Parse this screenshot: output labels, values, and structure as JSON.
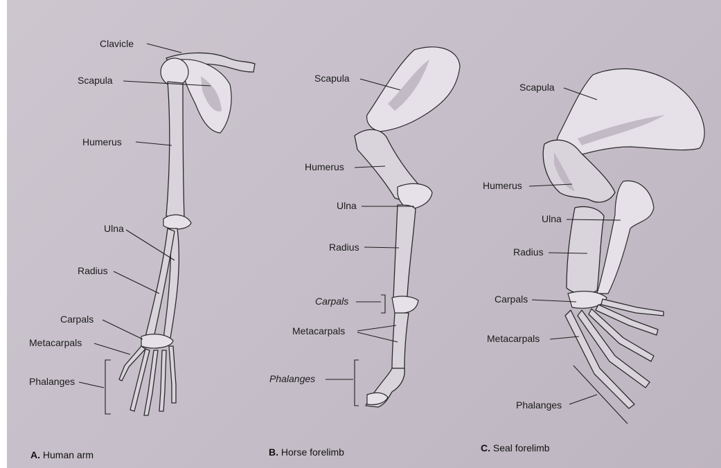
{
  "panels": [
    {
      "letter": "A.",
      "caption": "Human arm",
      "labels": {
        "clavicle": "Clavicle",
        "scapula": "Scapula",
        "humerus": "Humerus",
        "ulna": "Ulna",
        "radius": "Radius",
        "carpals": "Carpals",
        "metacarpals": "Metacarpals",
        "phalanges": "Phalanges"
      }
    },
    {
      "letter": "B.",
      "caption": "Horse forelimb",
      "labels": {
        "scapula": "Scapula",
        "humerus": "Humerus",
        "ulna": "Ulna",
        "radius": "Radius",
        "carpals": "Carpals",
        "metacarpals": "Metacarpals",
        "phalanges": "Phalanges"
      }
    },
    {
      "letter": "C.",
      "caption": "Seal forelimb",
      "labels": {
        "scapula": "Scapula",
        "humerus": "Humerus",
        "ulna": "Ulna",
        "radius": "Radius",
        "carpals": "Carpals",
        "metacarpals": "Metacarpals",
        "phalanges": "Phalanges"
      }
    }
  ],
  "colors": {
    "paper": "#c9c2cc",
    "bone": "#d9d3db",
    "ink": "#1e1e1e",
    "border": "#ffffff"
  }
}
